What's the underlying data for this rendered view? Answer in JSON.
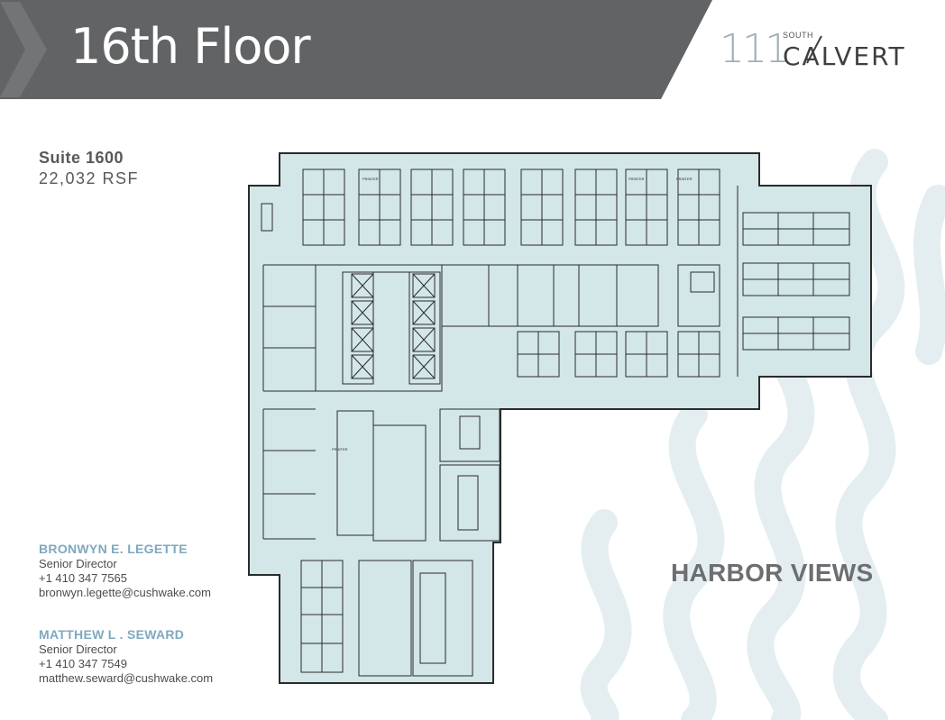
{
  "header": {
    "floor_title": "16th Floor",
    "band_color": "#626365",
    "chevron_color": "#737476"
  },
  "brand": {
    "number": "111",
    "south": "SOUTH",
    "name": "CALVERT"
  },
  "suite": {
    "name": "Suite 1600",
    "area": "22,032 RSF"
  },
  "plan": {
    "fill_color": "#d3e6e8",
    "wall_color": "#2b2b2b",
    "labels": [
      "PRINTER",
      "PRINTER",
      "PRINTER",
      "PRINTER"
    ]
  },
  "callout": "HARBOR VIEWS",
  "contacts": [
    {
      "name": "BRONWYN E. LEGETTE",
      "title": "Senior Director",
      "phone": "+1 410 347 7565",
      "email": "bronwyn.legette@cushwake.com"
    },
    {
      "name": "MATTHEW L . SEWARD",
      "title": "Senior Director",
      "phone": "+1 410 347 7549",
      "email": "matthew.seward@cushwake.com"
    }
  ]
}
